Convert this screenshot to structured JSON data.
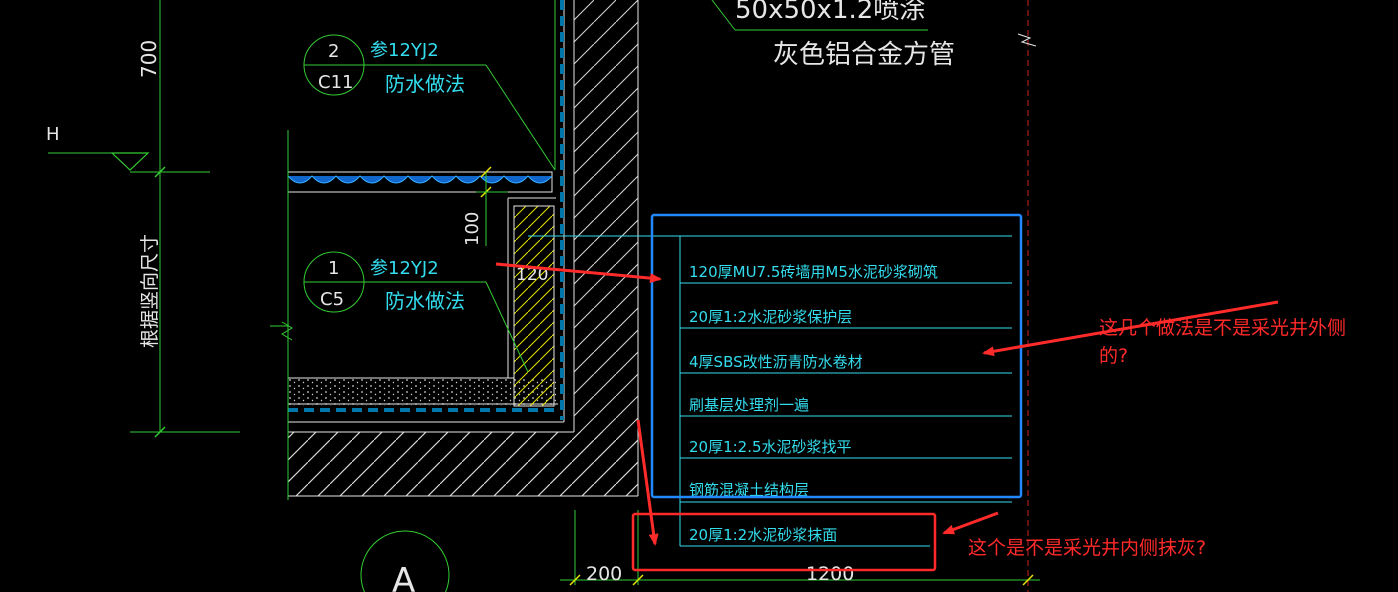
{
  "drawing": {
    "top_pipe_spec": "50x50x1.2喷涂",
    "top_pipe_name": "灰色铝合金方管",
    "dim_700": "700",
    "level_mark": "H",
    "vertical_dim_note": "根据竖向尺寸",
    "dim_100": "100",
    "dim_120": "120",
    "dim_200": "200",
    "dim_1200": "1200",
    "axis_label": "A",
    "ref_upper": {
      "top": "2",
      "bottom": "C11",
      "ref": "参12YJ2",
      "name": "防水做法"
    },
    "ref_lower": {
      "top": "1",
      "bottom": "C5",
      "ref": "参12YJ2",
      "name": "防水做法"
    },
    "layers": [
      "120厚MU7.5砖墙用M5水泥砂浆砌筑",
      "20厚1:2水泥砂浆保护层",
      "4厚SBS改性沥青防水卷材",
      "刷基层处理剂一遍",
      "20厚1:2.5水泥砂浆找平",
      "钢筋混凝土结构层",
      "20厚1:2水泥砂浆抹面"
    ]
  },
  "annotations": {
    "question_outer": "这几个做法是不是采光井外侧的?",
    "question_outer_line1": "这几个做法是不是采光井外侧",
    "question_outer_line2": "的?",
    "question_inner": "这个是不是采光井内侧抹灰?"
  },
  "colors": {
    "background": "#000000",
    "green": "#33cc33",
    "cyan": "#33ddee",
    "white": "#e6e6e6",
    "red": "#ff2a2a",
    "blue": "#2288ff",
    "teal": "#0077aa"
  }
}
